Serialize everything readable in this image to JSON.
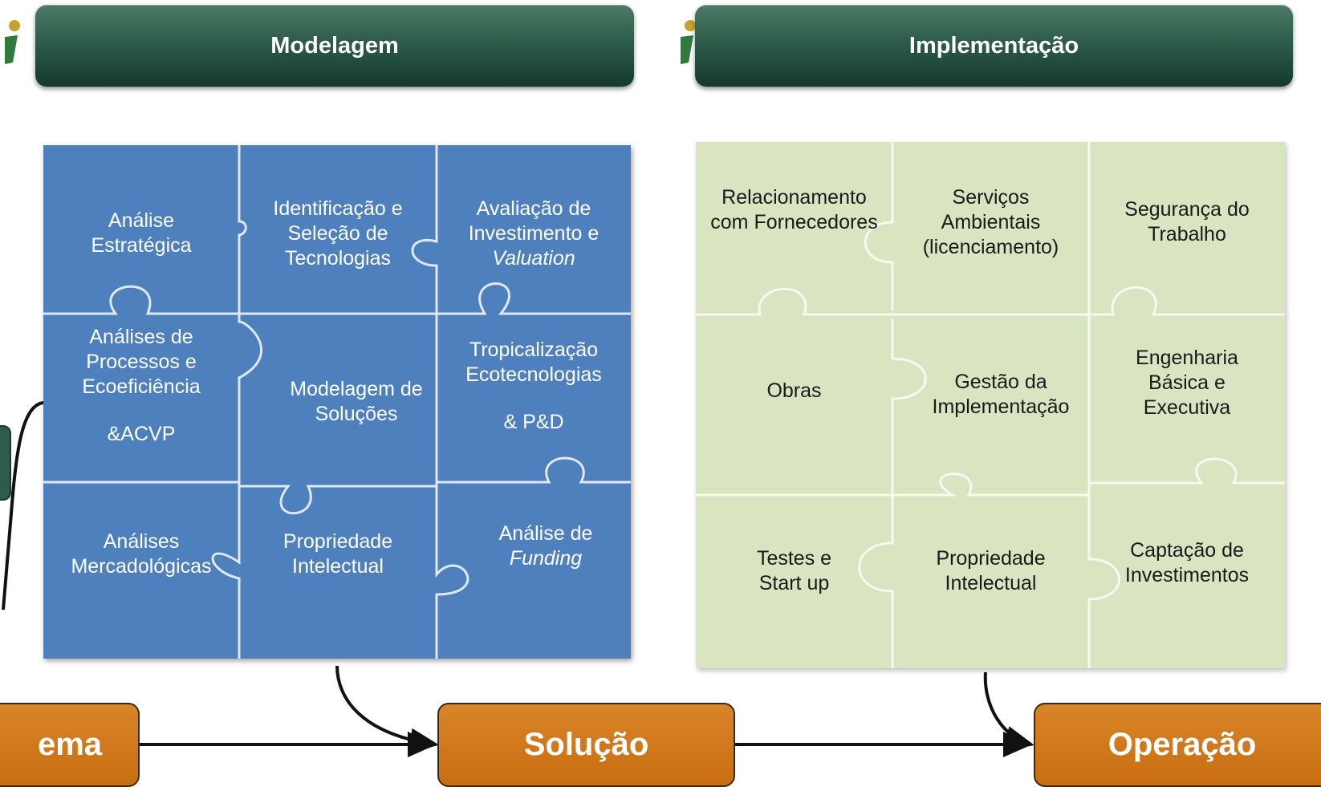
{
  "headers": {
    "left": "Modelagem",
    "right": "Implementação"
  },
  "modelagem": {
    "r1c1": "Análise\nEstratégica",
    "r1c2": "Identificação e\nSeleção de\nTecnologias",
    "r1c3_line1": "Avaliação de\nInvestimento e",
    "r1c3_line2": "Valuation",
    "r2c1_line1": "Análises de\nProcessos e\nEcoeficiência",
    "r2c1_line2": "&ACVP",
    "r2c2": "Modelagem de\nSoluções",
    "r2c3_line1": "Tropicalização\nEcotecnologias",
    "r2c3_line2": "& P&D",
    "r3c1": "Análises\nMercadológicas",
    "r3c2": "Propriedade\nIntelectual",
    "r3c3_line1": "Análise de",
    "r3c3_line2": "Funding"
  },
  "implementacao": {
    "r1c1": "Relacionamento\ncom Fornecedores",
    "r1c2": "Serviços\nAmbientais\n(licenciamento)",
    "r1c3": "Segurança do\nTrabalho",
    "r2c1": "Obras",
    "r2c2": "Gestão da\nImplementação",
    "r2c3": "Engenharia\nBásica e\nExecutiva",
    "r3c1": "Testes e\nStart up",
    "r3c2": "Propriedade\nIntelectual",
    "r3c3": "Captação de\nInvestimentos"
  },
  "stages": {
    "problema": "ema",
    "solucao": "Solução",
    "operacao": "Operação"
  },
  "colors": {
    "header": "#2e5c4a",
    "blue_puzzle": "#4f80be",
    "green_puzzle": "#d9e4c0",
    "stage": "#d17818"
  },
  "icons": [
    "info-icon"
  ]
}
